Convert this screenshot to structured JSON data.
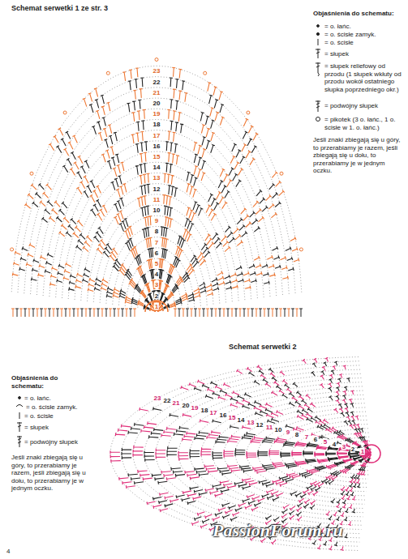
{
  "diagram": {
    "title": "Schemat serwetki 1 ze str. 3",
    "labels": [
      "Schemat serwetki 2",
      "Objaśnienia do schematu:",
      "Jeśli znaki zbiegają się u góry, to przerabiamy je razem, jeśli zbiegają się u dołu, to przerabiamy je w jednym oczku.",
      "Objaśnienia do schematu:",
      "Jeśli znaki zbiegają się u góry, to przerabiamy je razem, jeśli zbiegają się u dołu, to przerabiamy je w jednym oczku.",
      "4",
      "PassionForum.ru",
      "1",
      "2",
      "3",
      "4",
      "5",
      "6",
      "7",
      "8",
      "9",
      "10",
      "11",
      "12",
      "13",
      "14",
      "15",
      "16",
      "17",
      "18",
      "19",
      "20",
      "21",
      "22",
      "23",
      "1",
      "2",
      "3",
      "4",
      "5",
      "6",
      "7",
      "8",
      "9",
      "10",
      "11",
      "12",
      "13",
      "14",
      "15",
      "16",
      "17",
      "18",
      "19",
      "20",
      "21",
      "22",
      "23"
    ],
    "legend": [
      {
        "text": "= o. łańc."
      },
      {
        "text": "= o. ścisłe zamyk."
      },
      {
        "text": "= o. ścisłe"
      },
      {
        "text": "= słupek"
      },
      {
        "text": "= słupek reliefowy od przodu (1 słupek wkłuty od przodu wokół ostatniego słupka poprzedniego okr.)"
      },
      {
        "text": "= podwójny słupek"
      },
      {
        "text": "= pikotek (3 o. łańc., 1 o. ścisłe w 1. o. łańc.)"
      },
      {
        "text": "= o. łańc."
      },
      {
        "text": "= o. ścisłe zamyk."
      },
      {
        "text": "= o. ścisłe"
      },
      {
        "text": "= słupek"
      },
      {
        "text": "= podwójny słupek"
      }
    ]
  }
}
